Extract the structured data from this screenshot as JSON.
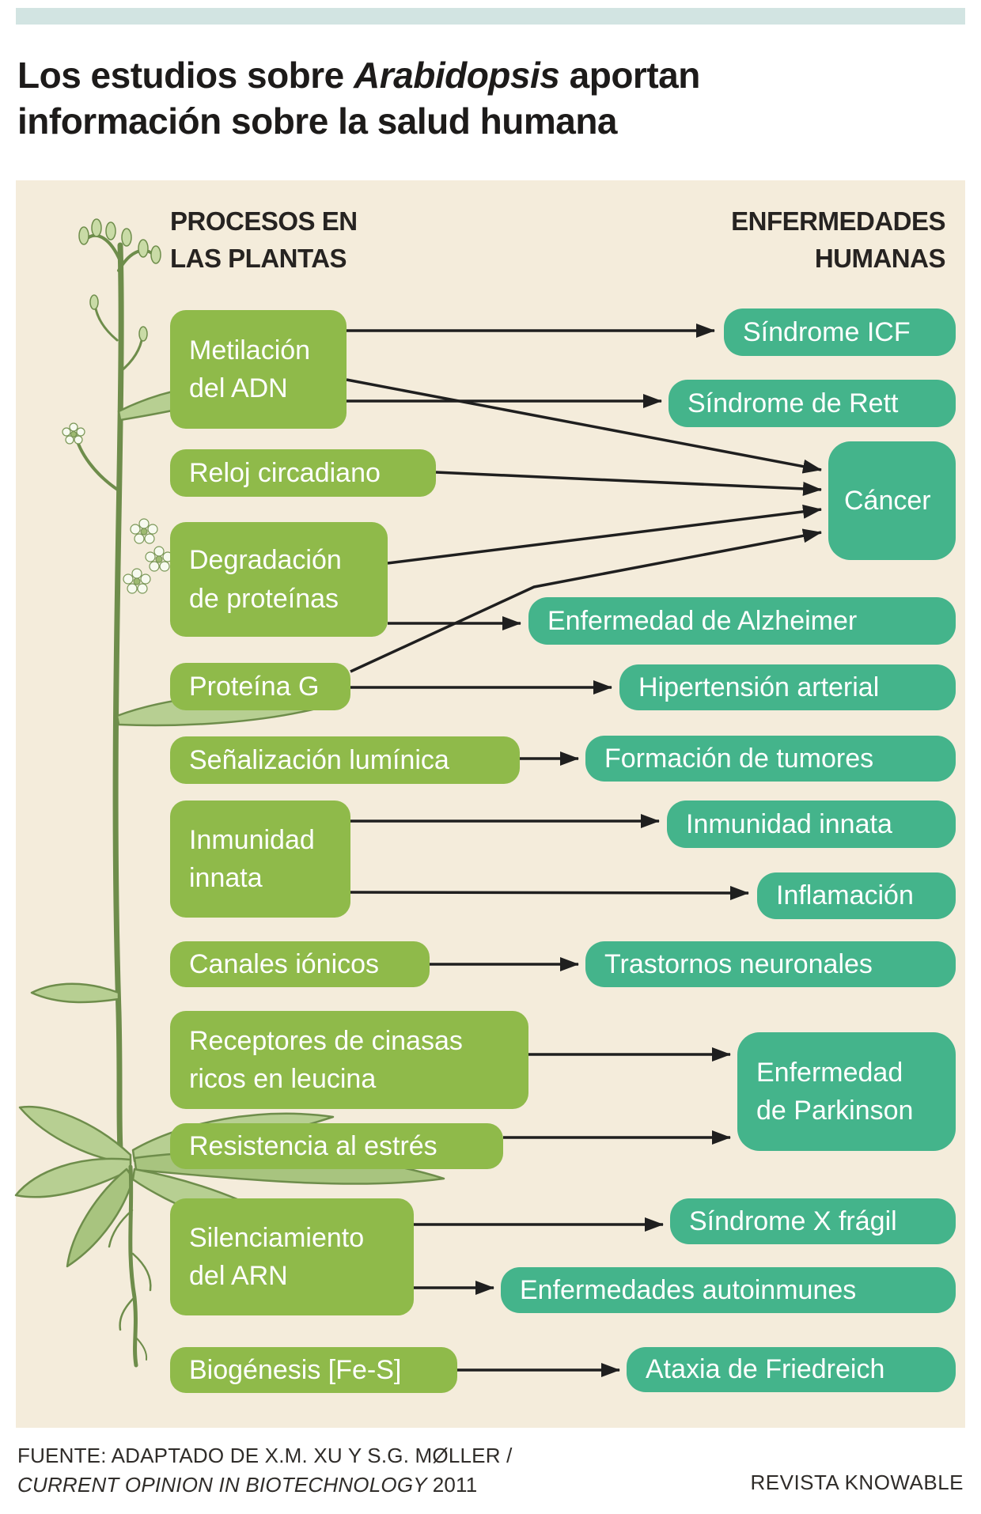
{
  "header": {
    "title_part1": "Los estudios sobre ",
    "title_italic": "Arabidopsis",
    "title_part2": " aportan",
    "title_line2": "información sobre la salud humana"
  },
  "columns": {
    "left_line1": "PROCESOS EN",
    "left_line2": "LAS PLANTAS",
    "right_line1": "ENFERMEDADES",
    "right_line2": "HUMANAS"
  },
  "plant_processes": [
    "Metilación del ADN",
    "Reloj circadiano",
    "Degradación de proteínas",
    "Proteína G",
    "Señalización lumínica",
    "Inmunidad innata",
    "Canales iónicos",
    "Receptores de cinasas ricos en leucina",
    "Resistencia al estrés",
    "Silenciamiento del ARN",
    "Biogénesis [Fe-S]"
  ],
  "human_diseases": [
    "Síndrome ICF",
    "Síndrome de Rett",
    "Cáncer",
    "Enfermedad de Alzheimer",
    "Hipertensión arterial",
    "Formación de tumores",
    "Inmunidad innata",
    "Inflamación",
    "Trastornos neuronales",
    "Enfermedad de Parkinson",
    "Síndrome X frágil",
    "Enfermedades autoinmunes",
    "Ataxia de Friedreich"
  ],
  "connections": [
    {
      "from": "Metilación del ADN",
      "to": "Síndrome ICF"
    },
    {
      "from": "Metilación del ADN",
      "to": "Síndrome de Rett"
    },
    {
      "from": "Metilación del ADN",
      "to": "Cáncer"
    },
    {
      "from": "Reloj circadiano",
      "to": "Cáncer"
    },
    {
      "from": "Degradación de proteínas",
      "to": "Cáncer"
    },
    {
      "from": "Degradación de proteínas",
      "to": "Enfermedad de Alzheimer"
    },
    {
      "from": "Proteína G",
      "to": "Cáncer"
    },
    {
      "from": "Proteína G",
      "to": "Hipertensión arterial"
    },
    {
      "from": "Señalización lumínica",
      "to": "Formación de tumores"
    },
    {
      "from": "Inmunidad innata",
      "to": "Inmunidad innata"
    },
    {
      "from": "Inmunidad innata",
      "to": "Inflamación"
    },
    {
      "from": "Canales iónicos",
      "to": "Trastornos neuronales"
    },
    {
      "from": "Receptores de cinasas ricos en leucina",
      "to": "Enfermedad de Parkinson"
    },
    {
      "from": "Resistencia al estrés",
      "to": "Enfermedad de Parkinson"
    },
    {
      "from": "Silenciamiento del ARN",
      "to": "Síndrome X frágil"
    },
    {
      "from": "Silenciamiento del ARN",
      "to": "Enfermedades autoinmunes"
    },
    {
      "from": "Biogénesis [Fe-S]",
      "to": "Ataxia de Friedreich"
    }
  ],
  "footer": {
    "source_line1": "FUENTE: ADAPTADO DE X.M. XU Y S.G. MØLLER /",
    "source_journal": "CURRENT OPINION IN BIOTECHNOLOGY ",
    "source_year": "2011",
    "credit": "REVISTA KNOWABLE"
  },
  "colors": {
    "top_bar": "#d2e4e2",
    "panel": "#f4ecdb",
    "process_box": "#8fba4a",
    "disease_box": "#44b48b",
    "arrow": "#1f1f1f"
  }
}
